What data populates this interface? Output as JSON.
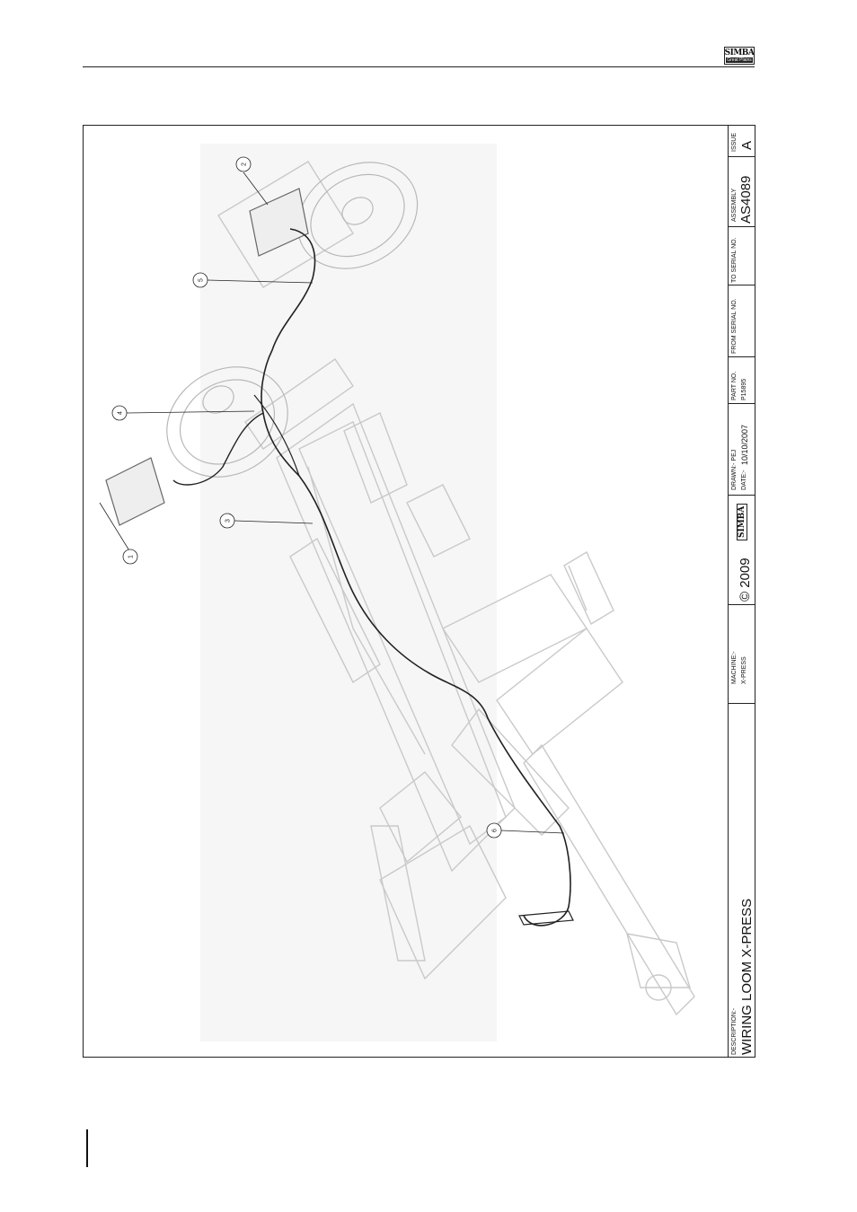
{
  "header": {
    "logo_line1": "SIMBA",
    "logo_line2": "Great Plains"
  },
  "balloons": [
    "1",
    "2",
    "3",
    "4",
    "5",
    "6"
  ],
  "title_block": {
    "description_label": "DESCRIPTION:-",
    "description": "WIRING LOOM X-PRESS",
    "machine_label": "MACHINE:-",
    "machine": "X-PRESS",
    "logo_text": "SIMBA",
    "copyright": "© 2009",
    "drawn_label": "DRAWN:- PEJ",
    "date_label": "DATE:-",
    "date": "10/10/2007",
    "part_no_label": "PART NO.",
    "part_no": "P15895",
    "from_serial_label": "FROM SERIAL NO.",
    "to_serial_label": "TO SERIAL NO.",
    "assembly_label": "ASSEMBLY",
    "assembly": "AS4089",
    "issue_label": "ISSUE",
    "issue": "A"
  }
}
